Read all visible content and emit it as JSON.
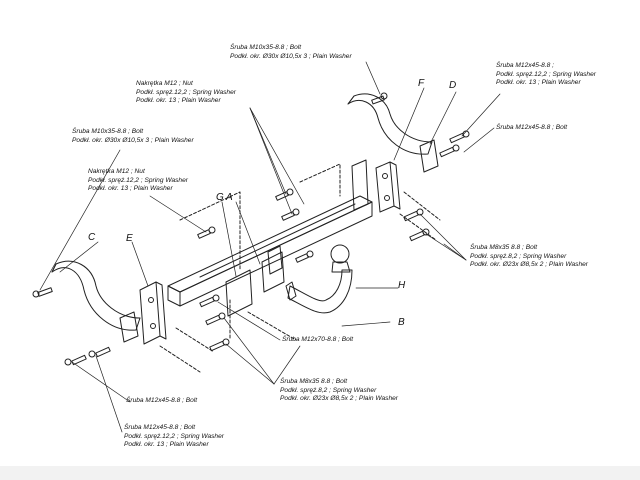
{
  "callouts": {
    "top_bolt": {
      "lines": [
        "Śruba M10x35-8.8 ;  Bolt",
        "Podkł. okr.  Ø30x Ø10,5x 3 ; Plain Washer"
      ]
    },
    "top_nut": {
      "lines": [
        "Nakrętka  M12 ; Nut",
        "Podkł. spręż.12,2 ; Spring Washer",
        "Podkł. okr. 13 ; Plain Washer"
      ]
    },
    "left_bolt": {
      "lines": [
        "Śruba M10x35-8.8 ;  Bolt",
        "Podkł. okr.  Ø30x Ø10,5x 3 ; Plain Washer"
      ]
    },
    "left_nut": {
      "lines": [
        "Nakrętka  M12 ; Nut",
        "Podkł. spręż.12,2 ; Spring Washer",
        "Podkł. okr. 13 ; Plain Washer"
      ]
    },
    "right_spring": {
      "lines": [
        "Śruba M12x45-8.8 ;",
        "Podkł. spręż.12,2 ; Spring Washer",
        "Podkł. okr. 13 ; Plain Washer"
      ]
    },
    "right_bolt": {
      "lines": [
        "Śruba M12x45-8.8 ;  Bolt"
      ]
    },
    "right_m8": {
      "lines": [
        "Śruba M8x35 8.8 ;  Bolt",
        "Podkł. spręż.8,2 ; Spring Washer",
        "Podkł. okr.  Ø23x Ø8,5x 2 ; Plain Washer"
      ]
    },
    "center_m12x70": {
      "lines": [
        "Śruba M12x70-8.8 ;  Bolt"
      ]
    },
    "center_m8": {
      "lines": [
        "Śruba M8x35 8.8 ;  Bolt",
        "Podkł. spręż.8,2 ; Spring Washer",
        "Podkł. okr.  Ø23x Ø8,5x 2 ; Plain Washer"
      ]
    },
    "bottom_left_bolt": {
      "lines": [
        "Śruba M12x45-8.8 ;  Bolt"
      ]
    },
    "bottom_spring": {
      "lines": [
        "Śruba M12x45-8.8 ;  Bolt",
        "Podkł. spręż.12,2 ; Spring Washer",
        "Podkł. okr. 13 ; Plain Washer"
      ]
    }
  },
  "letters": {
    "A": "A",
    "B": "B",
    "C": "C",
    "D": "D",
    "E": "E",
    "F": "F",
    "G": "G",
    "H": "H"
  }
}
